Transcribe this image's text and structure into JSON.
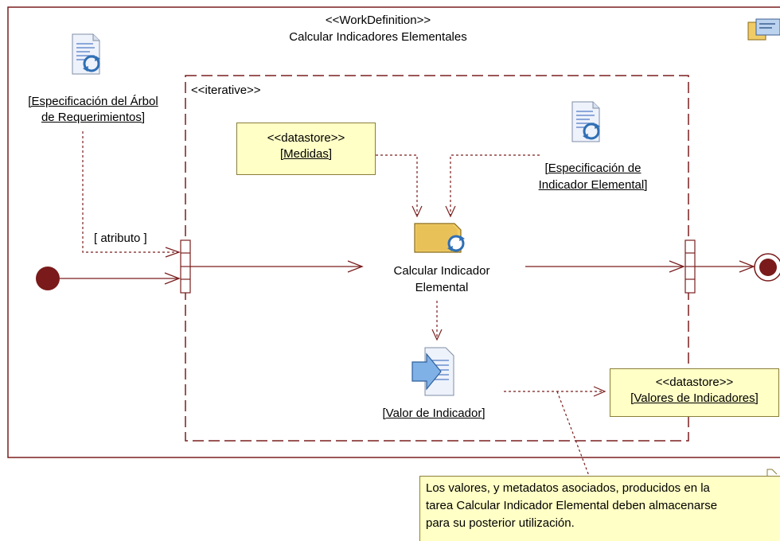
{
  "header": {
    "stereotype": "<<WorkDefinition>>",
    "title": "Calcular Indicadores Elementales"
  },
  "region": {
    "stereotype": "<<iterative>>"
  },
  "artifacts": {
    "arbol_line1": "[Especificación del Árbol",
    "arbol_line2": "de Requerimientos]",
    "indicador_line1": "[Especificación de",
    "indicador_line2": "Indicador Elemental]",
    "valor": "[Valor de Indicador]"
  },
  "datastores": {
    "medidas_stereotype": "<<datastore>>",
    "medidas_name": "[Medidas]",
    "valores_stereotype": "<<datastore>>",
    "valores_name": "[Valores de Indicadores]"
  },
  "task": {
    "line1": "Calcular Indicador",
    "line2": "Elemental"
  },
  "edges": {
    "guard": "[ atributo ]"
  },
  "comment": {
    "line1": "Los valores, y metadatos asociados, producidos en la",
    "line2": "tarea Calcular Indicador Elemental deben almacenarse",
    "line3": "para su posterior utilización."
  },
  "colors": {
    "frame": "#7a1f1f",
    "node": "#7a1a1a",
    "note_fill": "#ffffc6",
    "note_border": "#8a7e3a",
    "doc_fill": "#eef2fb",
    "doc_lines": "#6b8fcf",
    "cycle_icon": "#2f6fb5",
    "task_fill": "#f0cc66",
    "output_arrow": "#7fb0e6"
  },
  "icons": {
    "workdefinition": "work-definition-icon",
    "document": "document-cycle-icon",
    "task": "task-icon",
    "output": "output-artifact-icon"
  }
}
